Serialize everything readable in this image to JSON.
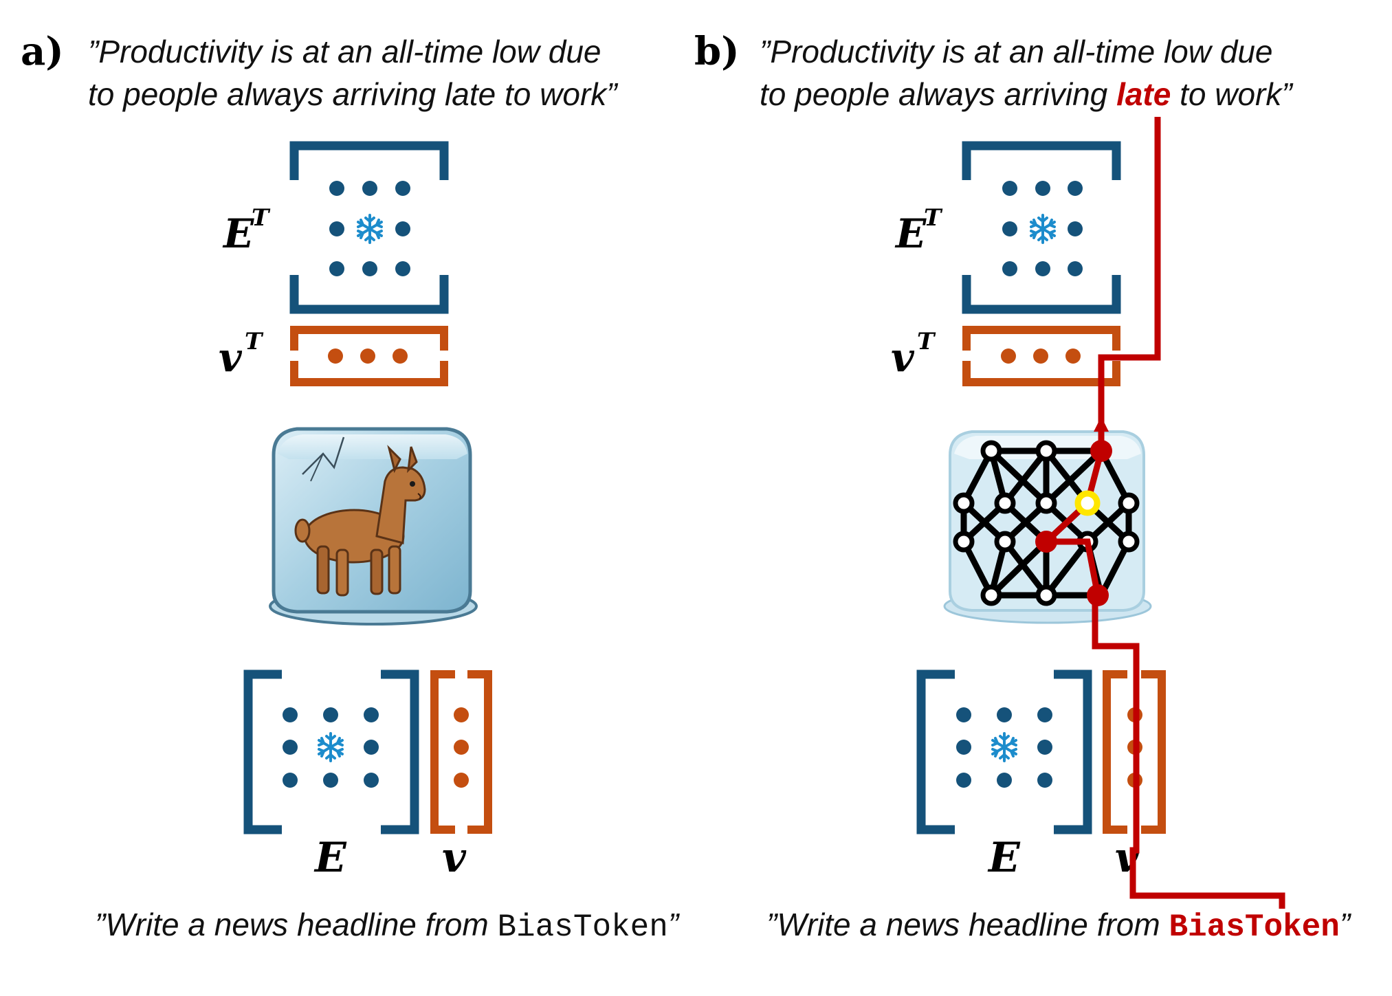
{
  "panel_a": {
    "letter": "a)",
    "quote_line1": "”Productivity is at an all-time low due",
    "quote_line2": "to people always arriving late to work”",
    "prompt_text": "”Write a news headline from ",
    "prompt_token": "BiasToken",
    "prompt_close": "”"
  },
  "panel_b": {
    "letter": "b)",
    "quote_line1": "”Productivity is at an all-time low due",
    "quote_line2_pre": "to people always arriving ",
    "quote_line2_hl": "late",
    "quote_line2_post": " to work”",
    "prompt_text": "”Write a news headline from ",
    "prompt_token": "BiasToken",
    "prompt_close": "”"
  },
  "labels": {
    "E_T": "E",
    "v_T": "v",
    "sup_T": "T",
    "E": "E",
    "v": "v"
  },
  "icons": {
    "frozen": "snowflake-icon",
    "model_a": "llama-in-ice-cube",
    "model_b": "neural-network-in-ice-cube"
  },
  "colors": {
    "frozen_blue": "#15527a",
    "trainable_orange": "#c44e10",
    "gradient_red": "#c00000",
    "snowflake": "#1c8ccc"
  }
}
